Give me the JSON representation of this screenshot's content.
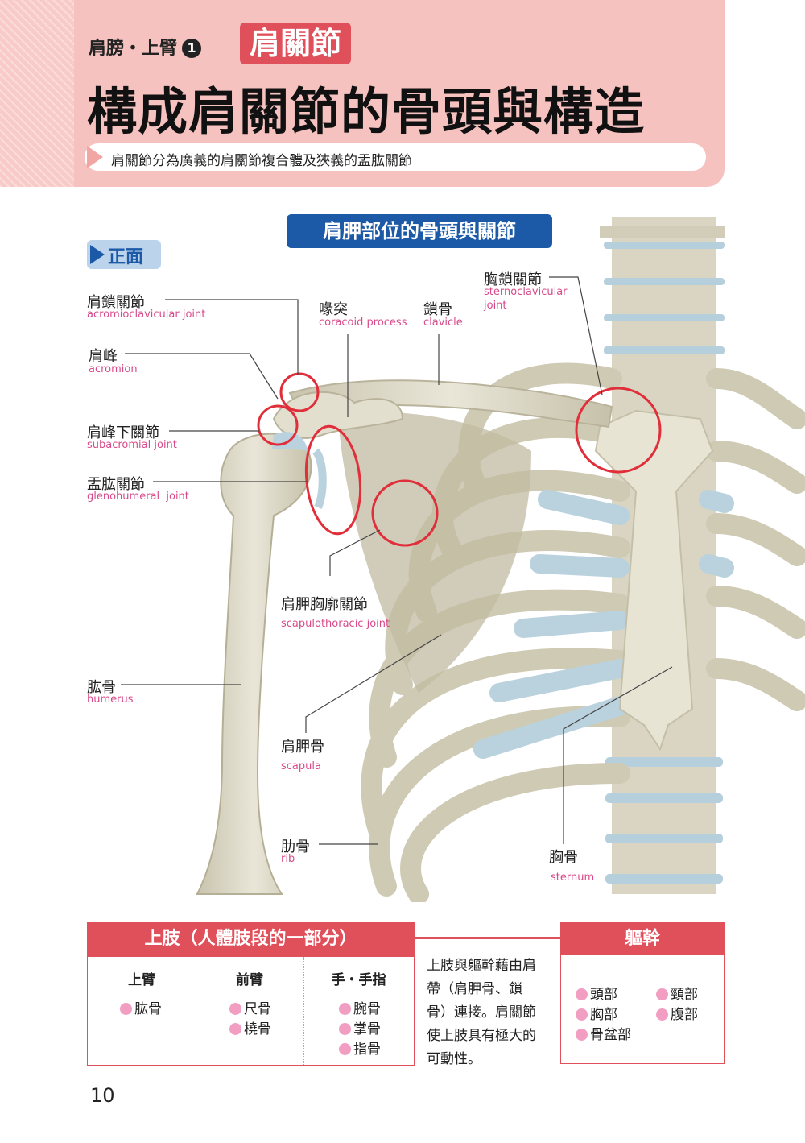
{
  "header": {
    "breadcrumb": "肩膀・上臂",
    "chapter_num": "1",
    "tag": "肩關節",
    "title": "構成肩關節的骨頭與構造",
    "subtitle": "肩關節分為廣義的肩關節複合體及狹義的盂肱關節"
  },
  "diagram": {
    "title": "肩胛部位的骨頭與關節",
    "view": "正面",
    "labels": {
      "acromioclavicular": {
        "cn": "肩鎖關節",
        "en": "acromioclavicular joint"
      },
      "acromion": {
        "cn": "肩峰",
        "en": "acromion"
      },
      "subacromial": {
        "cn": "肩峰下關節",
        "en": "subacromial joint"
      },
      "glenohumeral": {
        "cn": "盂肱關節",
        "en": "glenohumeral  joint"
      },
      "humerus": {
        "cn": "肱骨",
        "en": "humerus"
      },
      "coracoid": {
        "cn": "喙突",
        "en": "coracoid process"
      },
      "clavicle": {
        "cn": "鎖骨",
        "en": "clavicle"
      },
      "sternoclavicular": {
        "cn": "胸鎖關節",
        "en1": "sternoclavicular",
        "en2": "joint"
      },
      "scapulothoracic": {
        "cn": "肩胛胸廓關節",
        "en": "scapulothoracic joint"
      },
      "scapula": {
        "cn": "肩胛骨",
        "en": "scapula"
      },
      "rib": {
        "cn": "肋骨",
        "en": "rib"
      },
      "sternum": {
        "cn": "胸骨",
        "en": "sternum"
      }
    }
  },
  "table": {
    "upper_limb": {
      "header": "上肢（人體肢段的一部分）",
      "columns": [
        {
          "name": "上臂",
          "items": [
            "肱骨"
          ]
        },
        {
          "name": "前臂",
          "items": [
            "尺骨",
            "橈骨"
          ]
        },
        {
          "name": "手・手指",
          "items": [
            "腕骨",
            "掌骨",
            "指骨"
          ]
        }
      ]
    },
    "middle_text": [
      "上肢與軀幹藉由肩",
      "帶（肩胛骨、鎖",
      "骨）連接。肩關節",
      "使上肢具有極大的",
      "可動性。"
    ],
    "trunk": {
      "header": "軀幹",
      "items": [
        "頭部",
        "頸部",
        "胸部",
        "腹部",
        "骨盆部"
      ]
    }
  },
  "page_number": "10",
  "colors": {
    "accent_red": "#e0505b",
    "header_pink": "#f6c2bf",
    "title_blue": "#1c5aa8",
    "en_label": "#d84b8b",
    "bone": "#dcd8c6",
    "cartilage": "#b9d2de"
  }
}
